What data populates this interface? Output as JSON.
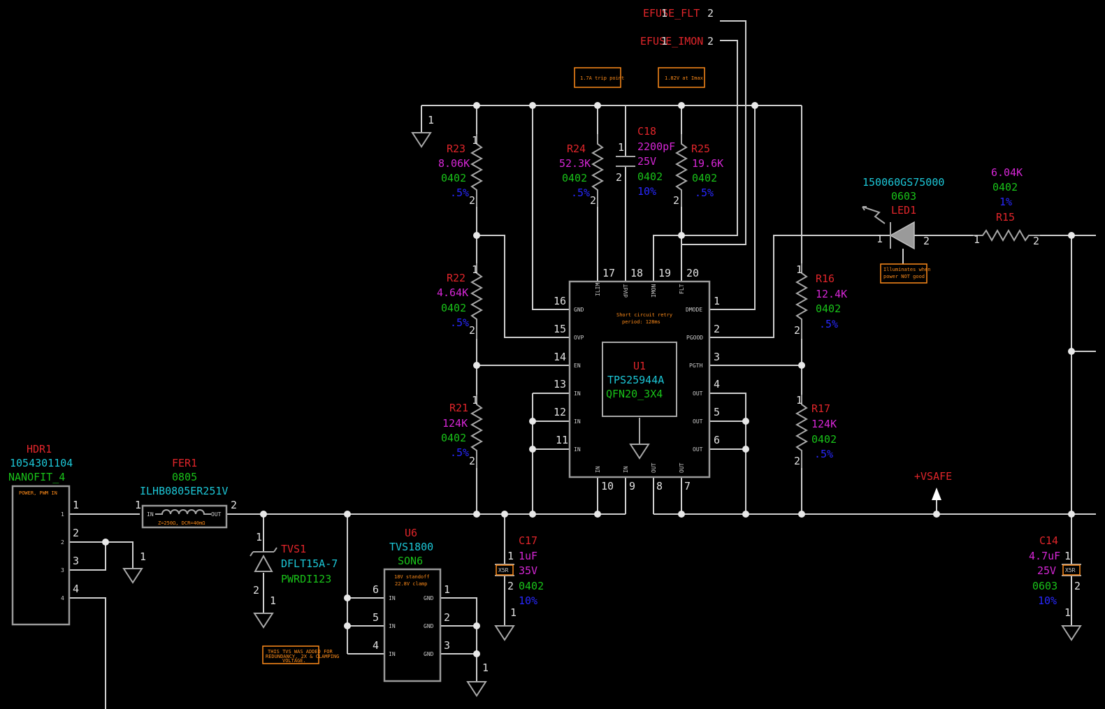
{
  "nets": {
    "efuse_flt": "EFUSE_FLT",
    "efuse_imon": "EFUSE_IMON",
    "vsafe": "+VSAFE"
  },
  "notes": {
    "trip": "1.7A trip point",
    "imax": "1.82V at Imax",
    "retry1": "Short circuit retry",
    "retry2": "period: 128ms",
    "led1": "Illuminates when",
    "led2": "power NOT good",
    "u6a": "18V standoff",
    "u6b": "22.8V clamp",
    "tvs1": "THIS TVS WAS ADDED FOR",
    "tvs2": "REDUNDANCY, 2X & CLAMPING",
    "tvs3": "VOLTAGE.",
    "hdr": "POWER, PWM IN",
    "fer": "Z=250Ω, DCR=40mΩ"
  },
  "components": {
    "r23": {
      "ref": "R23",
      "value": "8.06K",
      "pkg": "0402",
      "tol": ".5%"
    },
    "r22": {
      "ref": "R22",
      "value": "4.64K",
      "pkg": "0402",
      "tol": ".5%"
    },
    "r21": {
      "ref": "R21",
      "value": "124K",
      "pkg": "0402",
      "tol": ".5%"
    },
    "r24": {
      "ref": "R24",
      "value": "52.3K",
      "pkg": "0402",
      "tol": ".5%"
    },
    "c18": {
      "ref": "C18",
      "value": "2200pF",
      "volt": "25V",
      "pkg": "0402",
      "tol": "10%"
    },
    "r25": {
      "ref": "R25",
      "value": "19.6K",
      "pkg": "0402",
      "tol": ".5%"
    },
    "r16": {
      "ref": "R16",
      "value": "12.4K",
      "pkg": "0402",
      "tol": ".5%"
    },
    "r17": {
      "ref": "R17",
      "value": "124K",
      "pkg": "0402",
      "tol": ".5%"
    },
    "r15": {
      "ref": "R15",
      "value": "6.04K",
      "pkg": "0402",
      "tol": "1%"
    },
    "led1": {
      "ref": "LED1",
      "part": "150060GS75000",
      "pkg": "0603"
    },
    "u1": {
      "ref": "U1",
      "part": "TPS25944A",
      "pkg": "QFN20_3X4"
    },
    "u6": {
      "ref": "U6",
      "part": "TVS1800",
      "pkg": "SON6"
    },
    "hdr1": {
      "ref": "HDR1",
      "part": "1054301104",
      "pkg": "NANOFIT_4"
    },
    "fer1": {
      "ref": "FER1",
      "pkg": "0805",
      "part": "ILHB0805ER251V"
    },
    "tvs1": {
      "ref": "TVS1",
      "part": "DFLT15A-7",
      "pkg": "PWRDI123"
    },
    "c17": {
      "ref": "C17",
      "value": "1uF",
      "volt": "35V",
      "pkg": "0402",
      "tol": "10%",
      "diel": "X5R"
    },
    "c14": {
      "ref": "C14",
      "value": "4.7uF",
      "volt": "25V",
      "pkg": "0603",
      "tol": "10%",
      "diel": "X5R"
    }
  },
  "u1_pins": {
    "gnd": "GND",
    "ovp": "OVP",
    "en": "EN",
    "in": "IN",
    "dmode": "DMODE",
    "pgood": "PGOOD",
    "pgth": "PGTH",
    "out": "OUT",
    "ilim": "ILIM",
    "dvdt": "dVdT",
    "imon": "IMON",
    "flt": "FLT"
  },
  "pins": {
    "p1": "1",
    "p2": "2",
    "p3": "3",
    "p4": "4",
    "p5": "5",
    "p6": "6",
    "p7": "7",
    "p8": "8",
    "p9": "9",
    "p10": "10",
    "p11": "11",
    "p12": "12",
    "p13": "13",
    "p14": "14",
    "p15": "15",
    "p16": "16",
    "p17": "17",
    "p18": "18",
    "p19": "19",
    "p20": "20"
  },
  "colors": {
    "background": "#000000",
    "wire": "#cfcfcf",
    "ref": "#e0252a",
    "value": "#d626d6",
    "package": "#19c219",
    "tolerance": "#2828ff",
    "part": "#1cc6d6",
    "note": "#ff8c1a"
  }
}
